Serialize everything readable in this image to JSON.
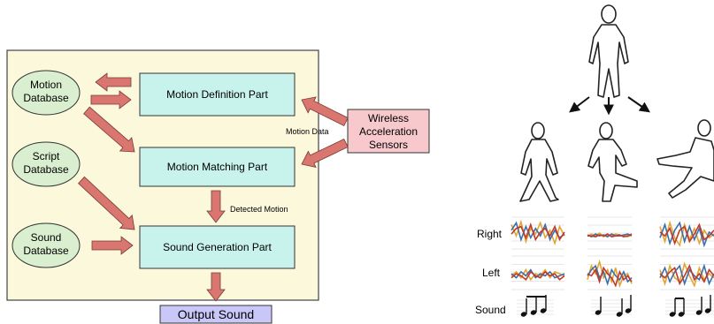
{
  "diagram": {
    "databases": {
      "motion": [
        "Motion",
        "Database"
      ],
      "script": [
        "Script",
        "Database"
      ],
      "sound": [
        "Sound",
        "Database"
      ]
    },
    "parts": {
      "definition": "Motion Definition Part",
      "matching": "Motion Matching Part",
      "generation": "Sound Generation Part"
    },
    "sensors": [
      "Wireless",
      "Acceleration",
      "Sensors"
    ],
    "edge_labels": {
      "motion_data": "Motion Data",
      "detected_motion": "Detected Motion"
    },
    "output": "Output Sound"
  },
  "figure": {
    "row_labels": {
      "right": "Right",
      "left": "Left",
      "sound": "Sound"
    }
  },
  "colors": {
    "frame_fill": "#fbf8dc",
    "database_fill": "#d9efcf",
    "part_fill": "#c8f3ec",
    "sensor_fill": "#f7c8cc",
    "output_fill": "#c9c7f7",
    "arrow_fill": "#d9766f",
    "line_orange": "#e2a531",
    "line_blue": "#3c6fa8",
    "line_red": "#c0392b"
  }
}
